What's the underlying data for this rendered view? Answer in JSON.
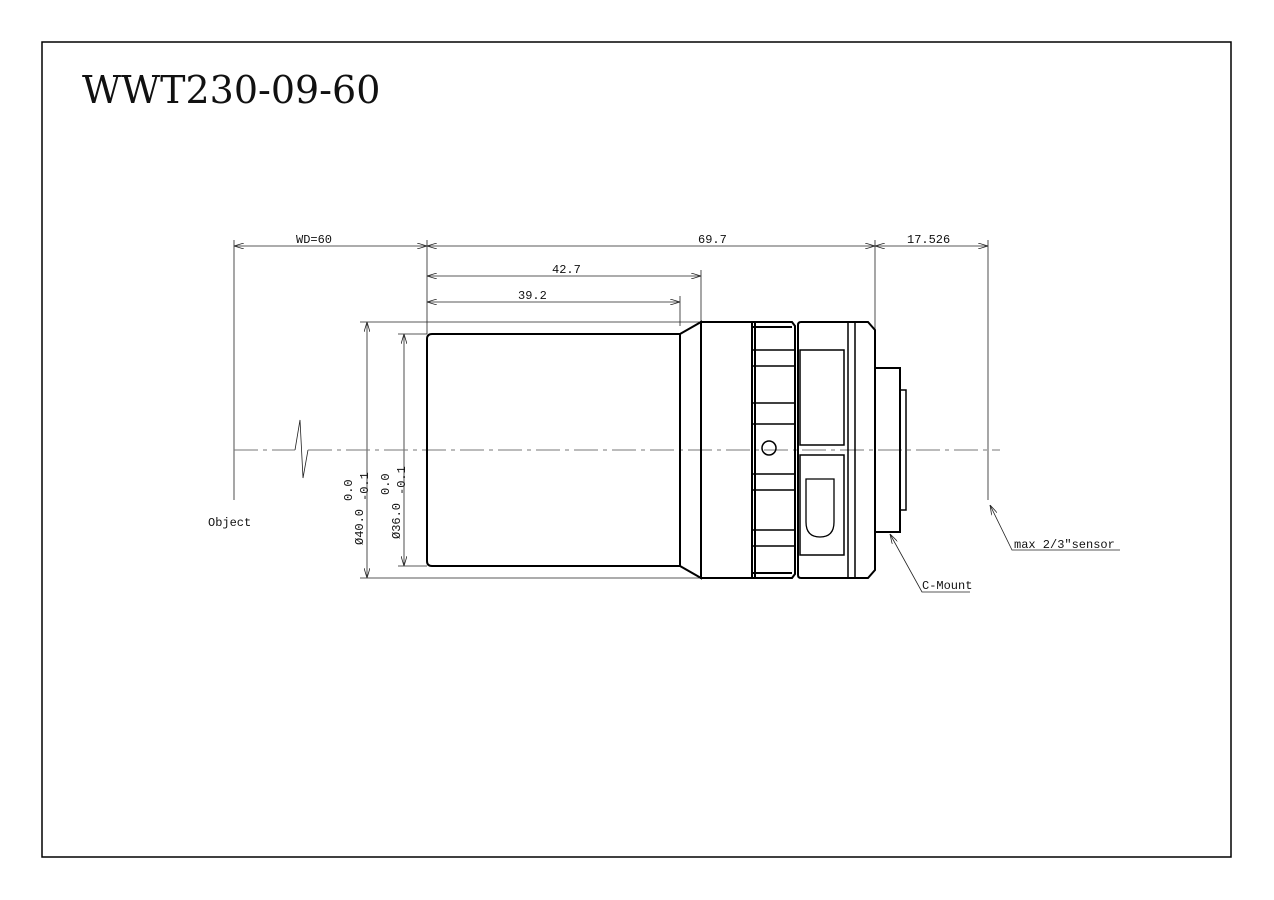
{
  "title": "WWT230-09-60",
  "dimensions": {
    "working_distance": "WD=60",
    "total_length": "69.7",
    "back_focus": "17.526",
    "length_a": "42.7",
    "length_b": "39.2",
    "diameter_outer": "Ø40.0",
    "diameter_outer_tol_upper": "0.0",
    "diameter_outer_tol_lower": "-0.1",
    "diameter_inner": "Ø36.0",
    "diameter_inner_tol_upper": "0.0",
    "diameter_inner_tol_lower": "-0.1"
  },
  "callouts": {
    "object": "Object",
    "mount": "C-Mount",
    "sensor": "max 2/3\"sensor"
  }
}
